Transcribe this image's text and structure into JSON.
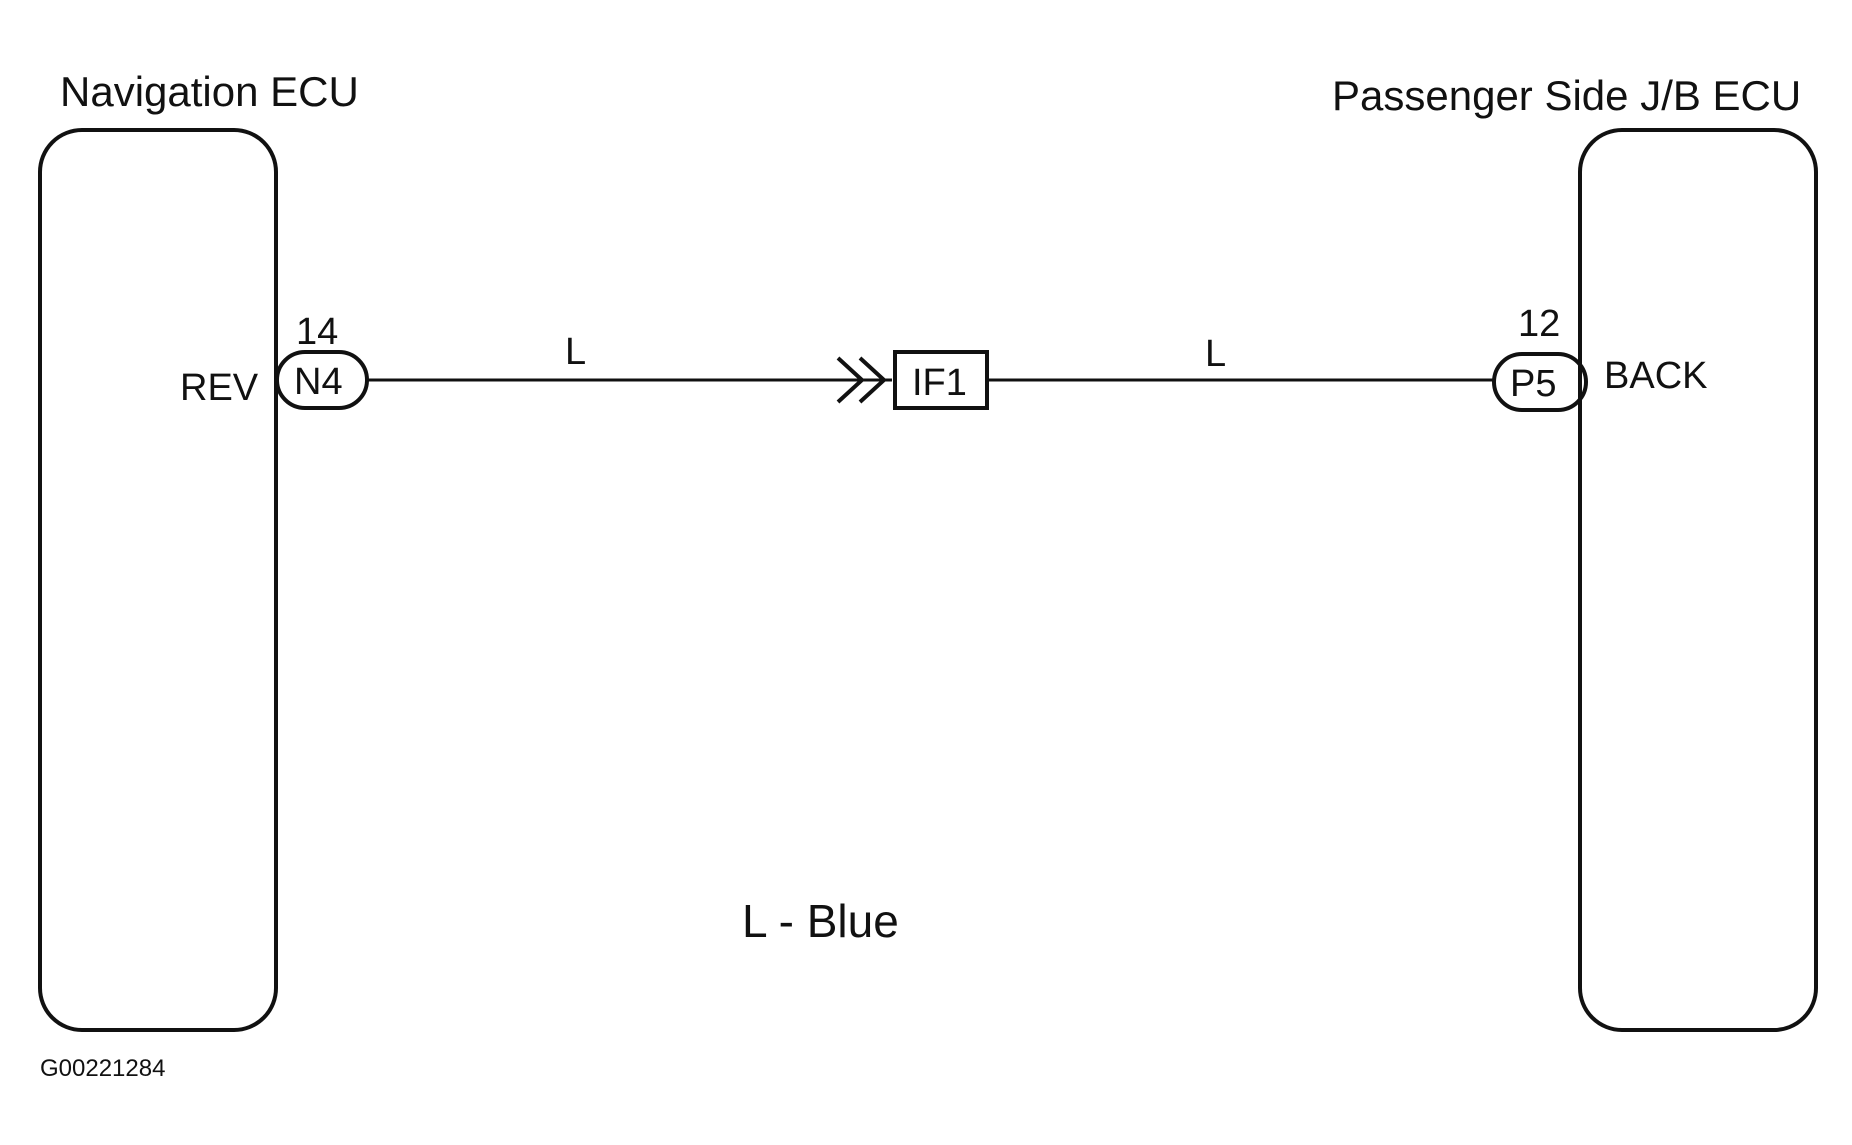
{
  "diagram": {
    "left_component": {
      "title": "Navigation ECU",
      "terminal_name": "REV",
      "pin_number": "14",
      "connector": "N4"
    },
    "right_component": {
      "title": "Passenger Side J/B ECU",
      "terminal_name": "BACK",
      "pin_number": "12",
      "connector": "P5"
    },
    "junction_connector": "IF1",
    "wires": [
      {
        "color_code": "L"
      },
      {
        "color_code": "L"
      }
    ],
    "legend": "L - Blue",
    "figure_id": "G00221284"
  }
}
